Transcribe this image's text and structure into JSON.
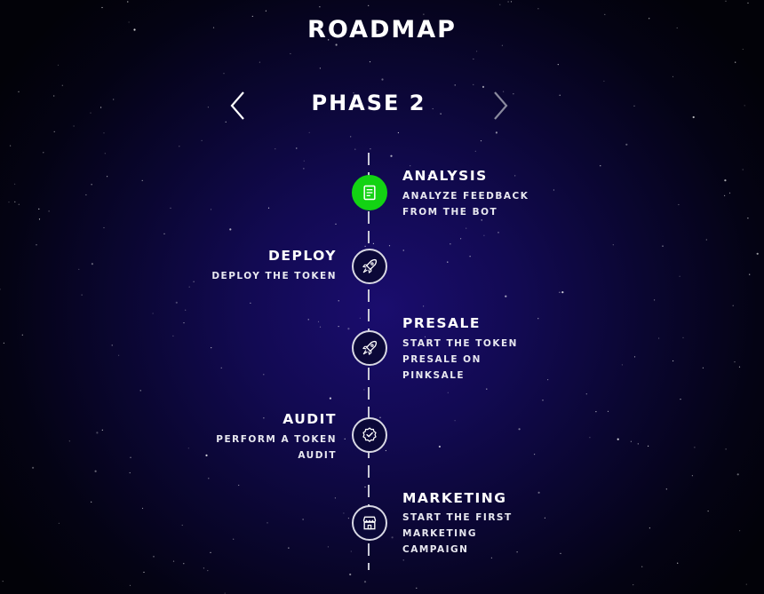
{
  "page": {
    "title": "Roadmap",
    "background_colors": [
      "#1a0d6e",
      "#0a0630",
      "#020208"
    ]
  },
  "phase_nav": {
    "label": "Phase 2",
    "prev_icon": "chevron-left-icon",
    "next_icon": "chevron-right-icon"
  },
  "milestones": [
    {
      "title": "Analysis",
      "description": "Analyze feedback from the bot",
      "side": "right",
      "icon": "document-icon",
      "active": true,
      "color": "#13d313"
    },
    {
      "title": "Deploy",
      "description": "Deploy the token",
      "side": "left",
      "icon": "rocket-icon",
      "active": false
    },
    {
      "title": "Presale",
      "description": "Start the token presale on pinksale",
      "side": "right",
      "icon": "rocket-icon",
      "active": false
    },
    {
      "title": "Audit",
      "description": "Perform a token audit",
      "side": "left",
      "icon": "verified-badge-icon",
      "active": false
    },
    {
      "title": "Marketing",
      "description": "Start the first marketing campaign",
      "side": "right",
      "icon": "storefront-icon",
      "active": false
    }
  ]
}
